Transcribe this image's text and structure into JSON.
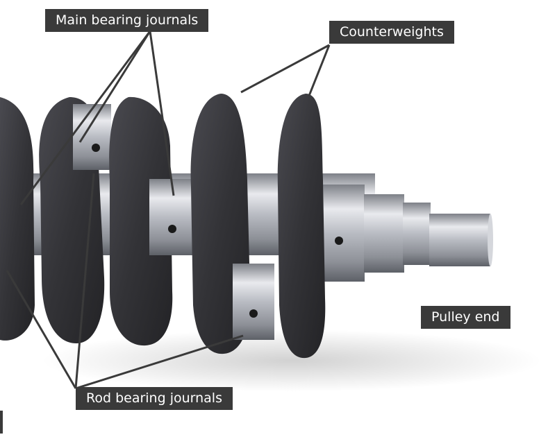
{
  "labels": {
    "main_bearing": "Main bearing journals",
    "counterweights": "Counterweights",
    "pulley_end": "Pulley end",
    "rod_bearing": "Rod bearing journals"
  },
  "colors": {
    "label_bg": "#3a3a3a",
    "label_text": "#ffffff",
    "leader_line": "#3a3a3a",
    "cast_iron": "#3b3b3f",
    "machined_steel": "#c9cbd0"
  }
}
